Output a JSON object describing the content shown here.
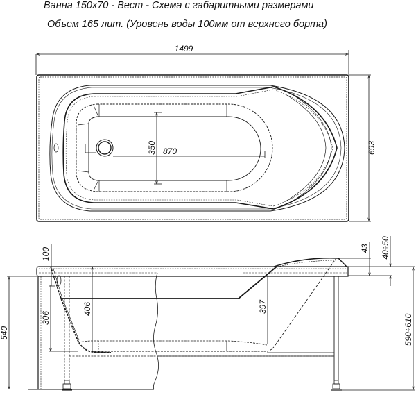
{
  "header": {
    "title": "Ванна 150x70 - Вест - Схема с габаритными размерами",
    "subtitle": "Объем 165 лит. (Уровень воды 100мм от верхнего борта)"
  },
  "top_view": {
    "length": "1499",
    "width": "693",
    "inner_width": "350",
    "inner_length": "870"
  },
  "side_view": {
    "water_level": "100",
    "depth_306": "306",
    "depth_406": "406",
    "depth_397": "397",
    "height_540": "540",
    "rim_43": "43",
    "rim_range": "40÷50",
    "total_height": "590÷610"
  },
  "colors": {
    "line": "#1a1a1a",
    "background": "#ffffff"
  }
}
